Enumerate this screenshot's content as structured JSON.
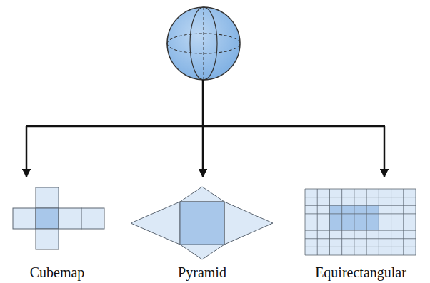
{
  "diagram": {
    "nodes": [
      {
        "text": [
          "Cubemap"
        ]
      },
      {
        "text": [
          "Pyramid"
        ]
      },
      {
        "text": [
          "Equirectangular"
        ]
      }
    ]
  }
}
